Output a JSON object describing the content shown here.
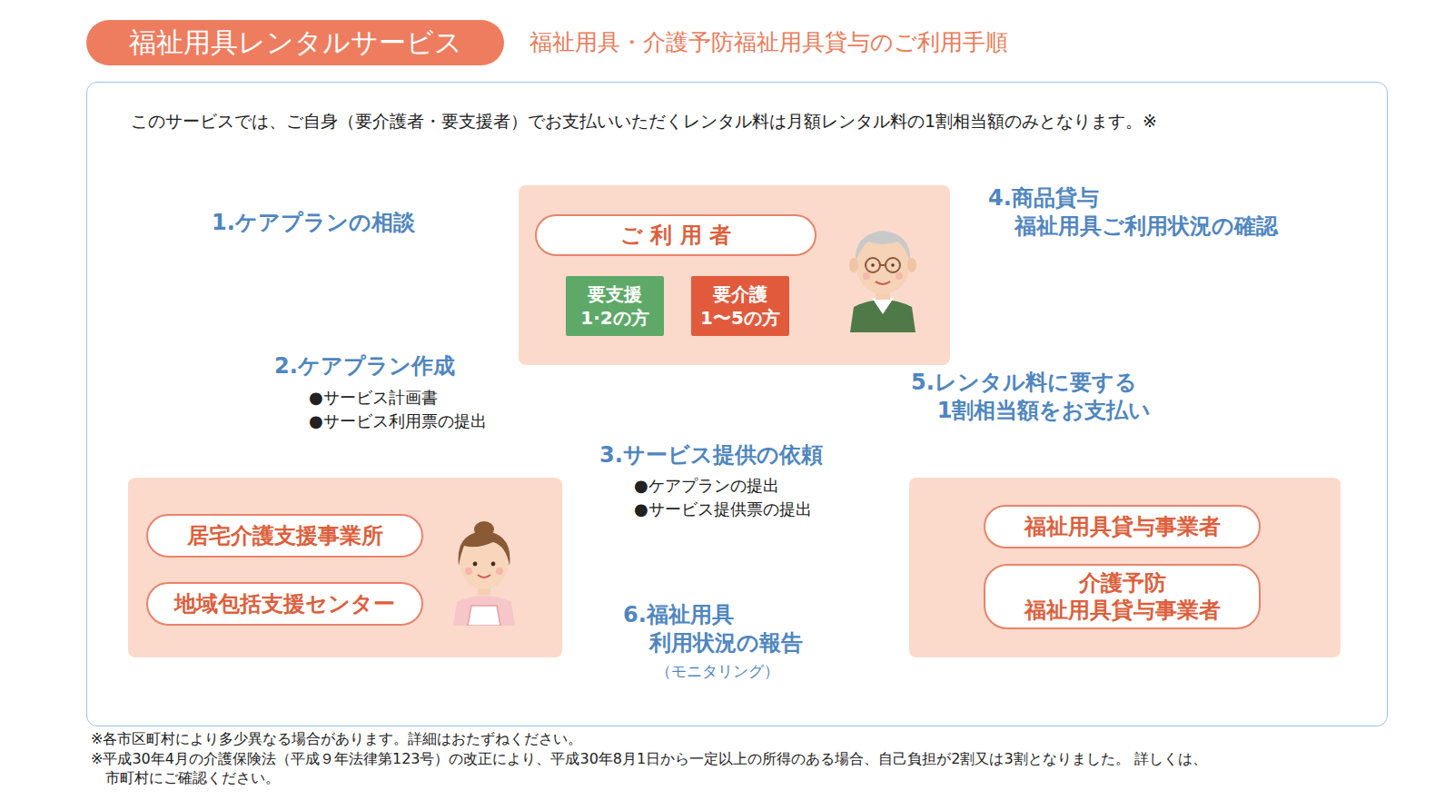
{
  "diagram": {
    "title": "福祉用具レンタルサービス",
    "nodes": [
      {
        "text": [
          "このサービスでは、ご自身（要介護者・要支援者）でお支払いいただくレンタル料は月額レンタル料の1割相当額のみとなります。※"
        ]
      },
      {
        "text": [],
        "in": 0
      },
      {
        "text": [
          "ご 利 用 者"
        ],
        "in": 1
      },
      {
        "text": [
          "要支援 1·2の方"
        ],
        "in": 1
      },
      {
        "text": [
          "要介護 1〜5の方"
        ],
        "in": 1
      },
      {
        "text": [],
        "in": 0
      },
      {
        "text": [
          "居宅介護支援事業所"
        ],
        "in": 5
      },
      {
        "text": [
          "地域包括支援センター"
        ],
        "in": 5
      },
      {
        "text": [],
        "in": 0
      },
      {
        "text": [
          "福祉用具貸与事業者"
        ],
        "in": 8
      },
      {
        "text": [
          "介護予防 福祉用具貸与事業者"
        ],
        "in": 8
      }
    ],
    "edges": [
      {
        "from": 1,
        "to": 5,
        "label": "1.ケアプランの相談",
        "arrow": "to"
      },
      {
        "from": 5,
        "to": 1,
        "label": "2.ケアプラン作成",
        "arrow": "to"
      },
      {
        "from": 5,
        "to": 8,
        "label": "3.サービス提供の依頼",
        "arrow": "to"
      },
      {
        "from": 8,
        "to": 1,
        "label": "4.商品貸与 福祉用具ご利用状況の確認",
        "arrow": "to"
      },
      {
        "from": 1,
        "to": 8,
        "label": "5.レンタル料に要する 1割相当額をお支払い",
        "arrow": "to"
      },
      {
        "from": 8,
        "to": 5,
        "label": "6.福祉用具 利用状況の報告",
        "arrow": "to"
      }
    ],
    "labels": [
      "福祉用具・介護予防福祉用具貸与のご利用手順",
      "●サービス計画書",
      "●サービス利用票の提出",
      "●ケアプランの提出",
      "●サービス提供票の提出",
      "（モニタリング）",
      "※各市区町村により多少異なる場合があります。詳細はおたずねください。",
      "※平成30年4月の介護保険法（平成９年法律第123号）の改正により、平成30年8月1日から一定以上の所得のある場合、自己負担が2割又は3割となりました。 詳しくは、市町村にご確認ください。"
    ]
  }
}
